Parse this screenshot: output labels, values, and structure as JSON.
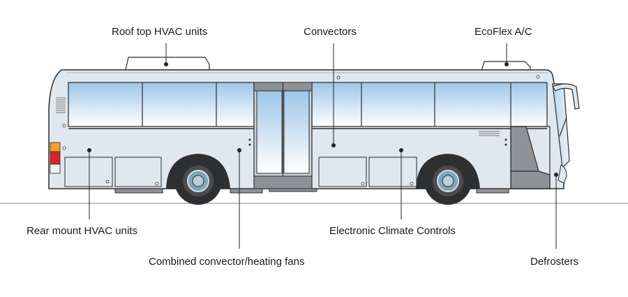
{
  "labels": {
    "roof_top": "Roof top HVAC units",
    "convectors": "Convectors",
    "ecoflex": "EcoFlex A/C",
    "rear_mount": "Rear mount HVAC units",
    "climate_controls": "Electronic Climate Controls",
    "combined_fans": "Combined convector/heating fans",
    "defrosters": "Defrosters"
  },
  "colors": {
    "body": "#dfe8ee",
    "outline": "#2b2b2b",
    "glass_top": "#9ec6e8",
    "glass_bottom": "#ffffff",
    "skirt": "#8a8f93",
    "tire": "#2e2f31",
    "hub": "#7fa6b8",
    "tail_orange": "#f3a12a",
    "tail_red": "#d8232a",
    "leader": "#222222",
    "ground": "#9a9a9a"
  }
}
